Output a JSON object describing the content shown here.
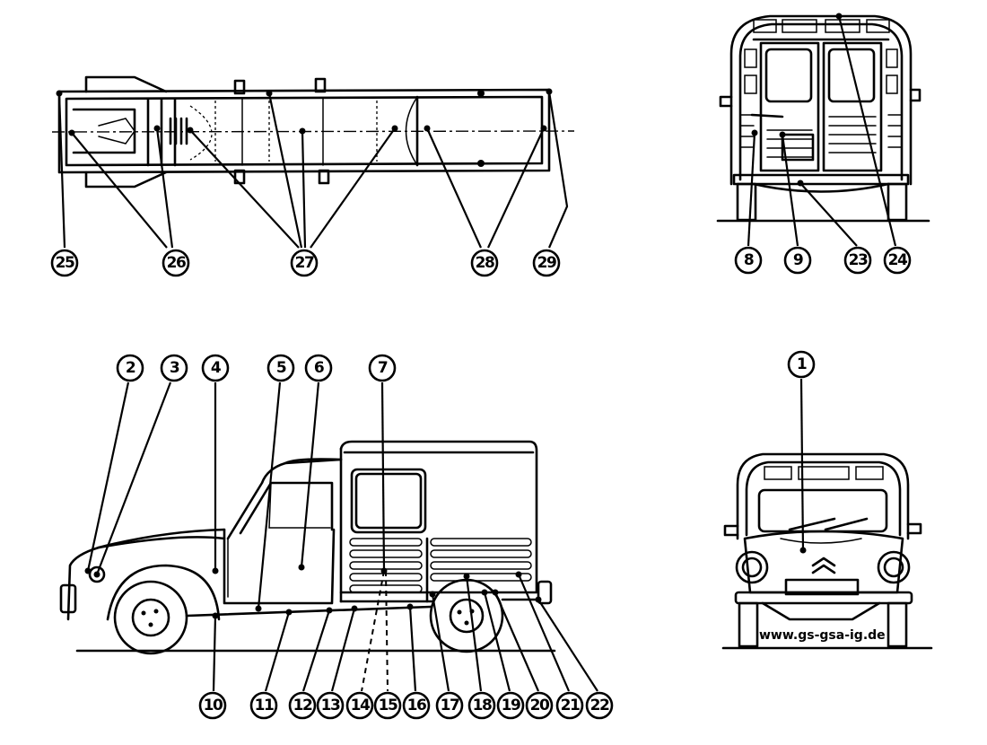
{
  "watermark": "www.gs-gsa-ig.de",
  "labels": {
    "n1": "1",
    "n2": "2",
    "n3": "3",
    "n4": "4",
    "n5": "5",
    "n6": "6",
    "n7": "7",
    "n8": "8",
    "n9": "9",
    "n10": "10",
    "n11": "11",
    "n12": "12",
    "n13": "13",
    "n14": "14",
    "n15": "15",
    "n16": "16",
    "n17": "17",
    "n18": "18",
    "n19": "19",
    "n20": "20",
    "n21": "21",
    "n22": "22",
    "n23": "23",
    "n24": "24",
    "n25": "25",
    "n26": "26",
    "n27": "27",
    "n28": "28",
    "n29": "29"
  }
}
